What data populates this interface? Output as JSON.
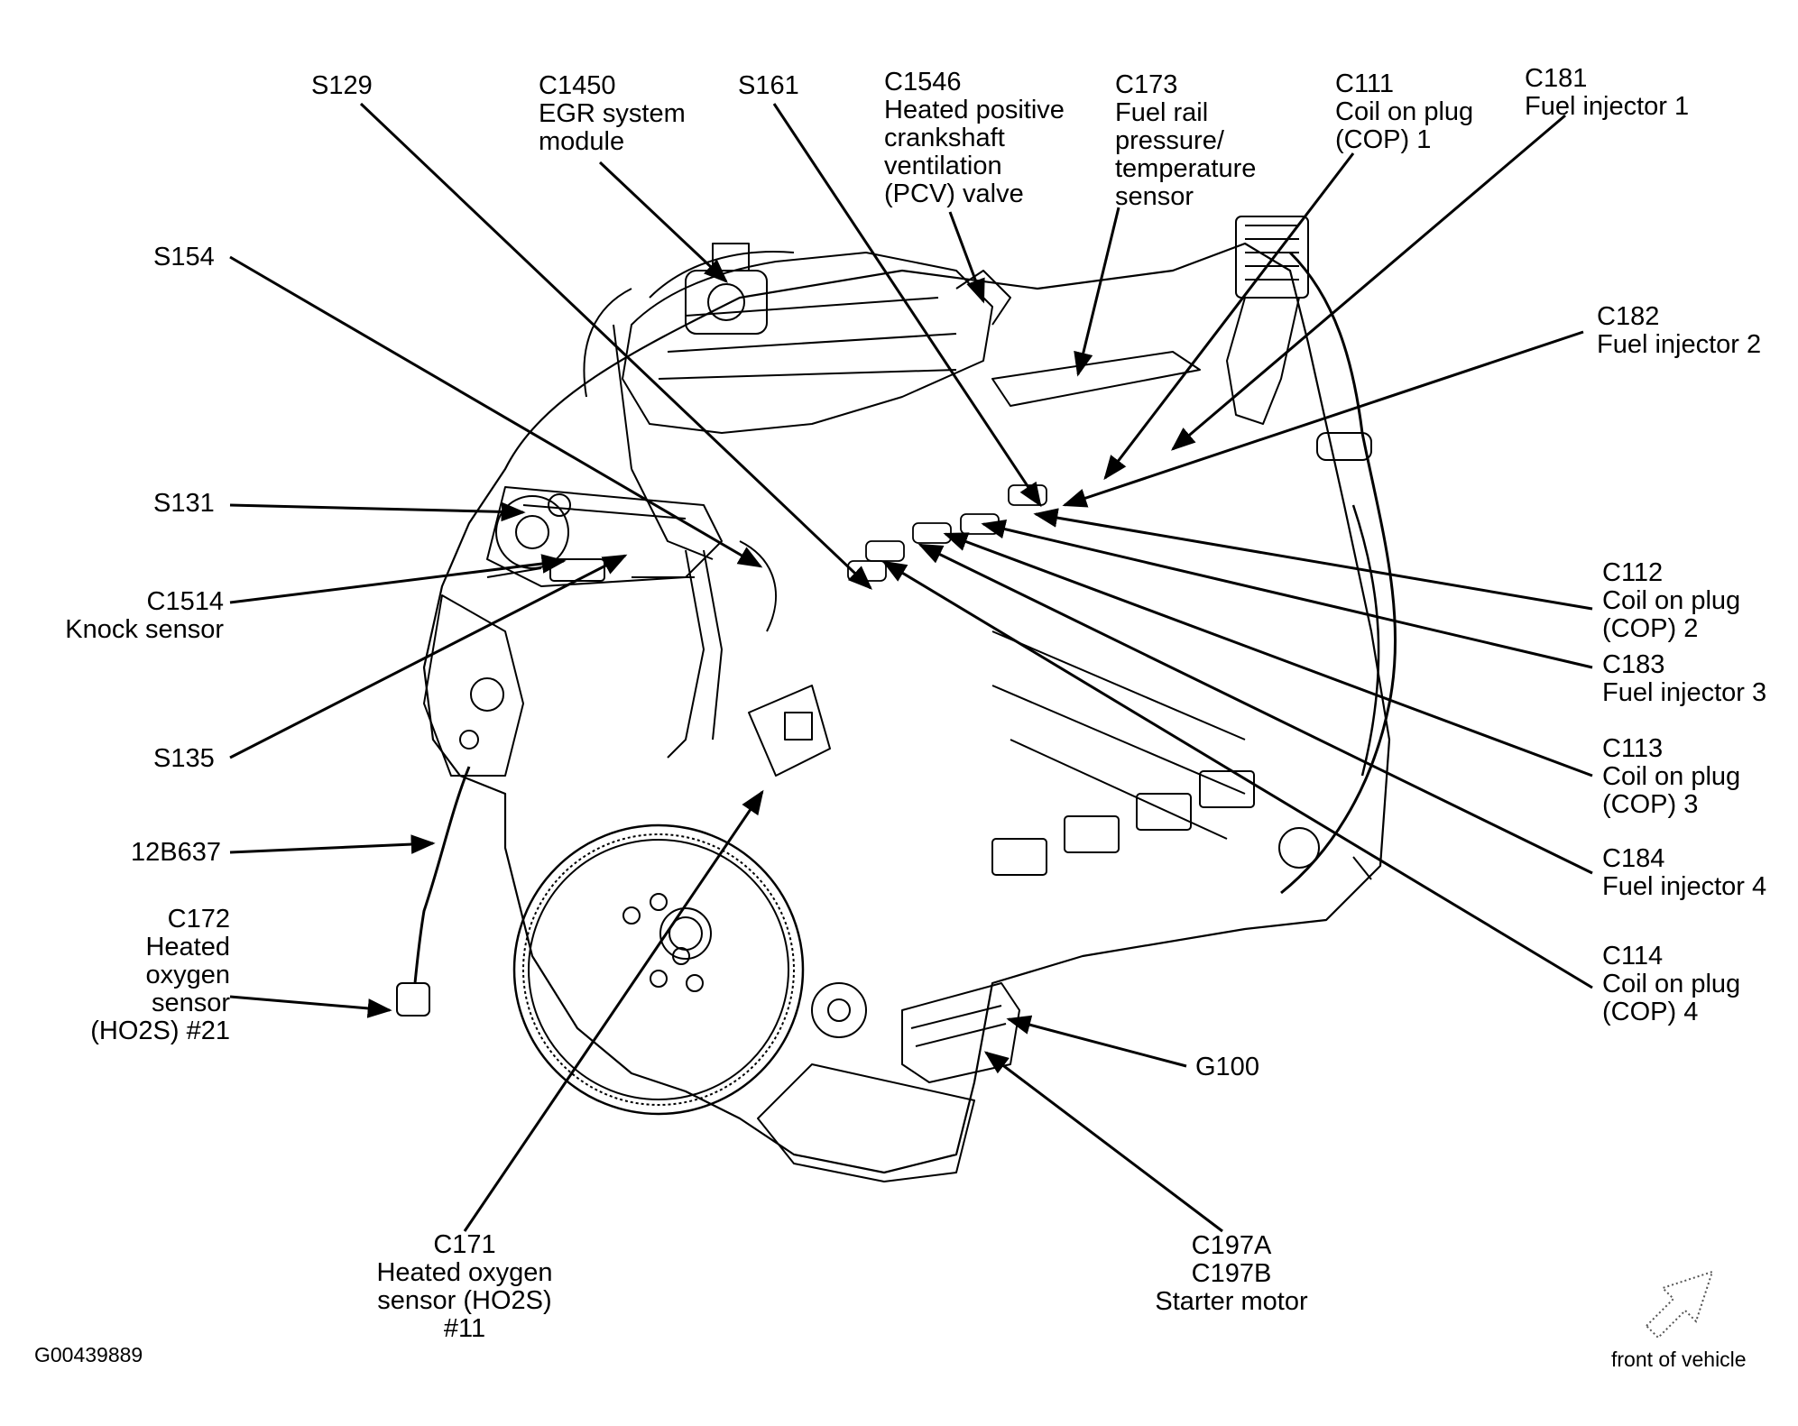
{
  "figure_id": "G00439889",
  "front_of_vehicle": "front of vehicle",
  "labels": {
    "s129": [
      "S129"
    ],
    "c1450": [
      "C1450",
      "EGR system",
      "module"
    ],
    "s161": [
      "S161"
    ],
    "c1546": [
      "C1546",
      "Heated positive",
      "crankshaft",
      "ventilation",
      "(PCV) valve"
    ],
    "c173": [
      "C173",
      "Fuel rail",
      "pressure/",
      "temperature",
      "sensor"
    ],
    "c111": [
      "C111",
      "Coil on plug",
      "(COP) 1"
    ],
    "c181": [
      "C181",
      "Fuel injector 1"
    ],
    "s154": [
      "S154"
    ],
    "c182": [
      "C182",
      "Fuel injector 2"
    ],
    "s131": [
      "S131"
    ],
    "c1514": [
      "C1514",
      "Knock sensor"
    ],
    "c112": [
      "C112",
      "Coil on plug",
      "(COP) 2"
    ],
    "c183": [
      "C183",
      "Fuel injector 3"
    ],
    "s135": [
      "S135"
    ],
    "c113": [
      "C113",
      "Coil on plug",
      "(COP) 3"
    ],
    "12b637": [
      "12B637"
    ],
    "c184": [
      "C184",
      "Fuel injector 4"
    ],
    "c172": [
      "C172",
      "Heated",
      "oxygen",
      "sensor",
      "(HO2S) #21"
    ],
    "c114": [
      "C114",
      "Coil on plug",
      "(COP) 4"
    ],
    "g100": [
      "G100"
    ],
    "c171": [
      "C171",
      "Heated oxygen",
      "sensor (HO2S)",
      "#11"
    ],
    "c197": [
      "C197A",
      "C197B",
      "Starter motor"
    ]
  }
}
